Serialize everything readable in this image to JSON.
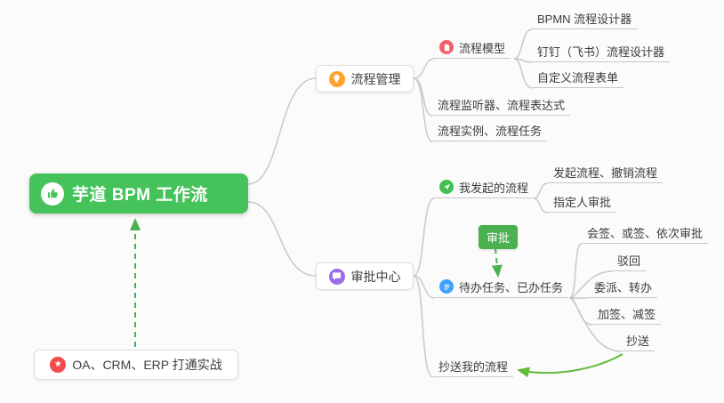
{
  "colors": {
    "root_bg": "#45c35a",
    "tag_bg": "#4caf50",
    "arrow_dash": "#4caf50",
    "arrow_solid": "#62bc3e",
    "line": "#c9c9c9",
    "icon_orange": "#ffa22b",
    "icon_red": "#f2606a",
    "icon_purple": "#9b6ce8",
    "icon_green": "#43bf53",
    "icon_blue": "#3da2ff",
    "icon_star_red": "#f24b4b"
  },
  "icons": {
    "star": "★"
  },
  "root": {
    "label": "芋道 BPM 工作流"
  },
  "process_mgmt": {
    "label": "流程管理"
  },
  "process_model": {
    "label": "流程模型"
  },
  "model_children": {
    "bpmn": "BPMN 流程设计器",
    "dingtalk": "钉钉（飞书）流程设计器",
    "custom_form": "自定义流程表单"
  },
  "listener": {
    "label": "流程监听器、流程表达式"
  },
  "instance": {
    "label": "流程实例、流程任务"
  },
  "approval_center": {
    "label": "审批中心"
  },
  "my_initiated": {
    "label": "我发起的流程"
  },
  "initiated_children": {
    "launch": "发起流程、撤销流程",
    "assign": "指定人审批"
  },
  "todo": {
    "label": "待办任务、已办任务"
  },
  "todo_children": {
    "countersign": "会签、或签、依次审批",
    "reject": "驳回",
    "delegate": "委派、转办",
    "add_sign": "加签、减签",
    "cc": "抄送"
  },
  "cc_my": {
    "label": "抄送我的流程"
  },
  "approval_tag": {
    "label": "审批"
  },
  "bottom_note": {
    "label": "OA、CRM、ERP 打通实战"
  }
}
